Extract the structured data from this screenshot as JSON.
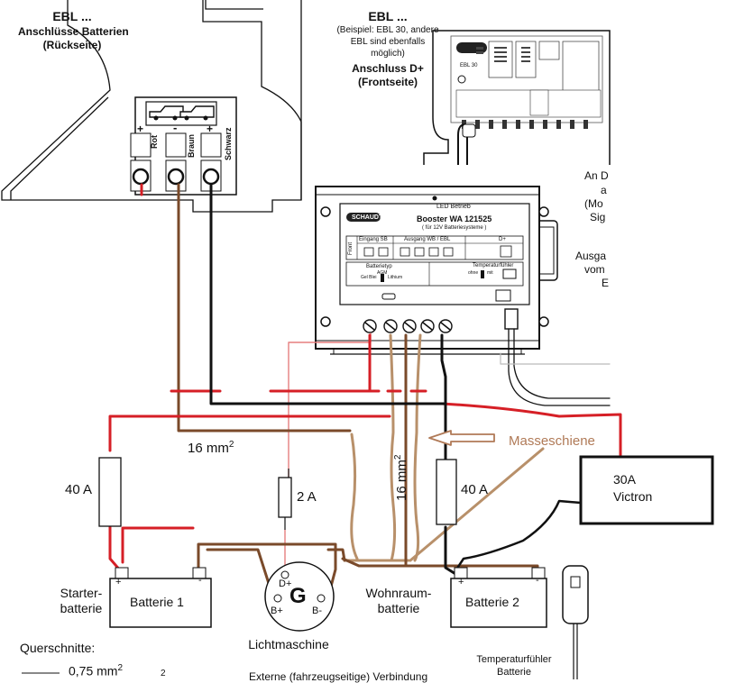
{
  "ebl_back": {
    "title": "EBL ...",
    "line1": "Anschlüsse Batterien",
    "line2": "(Rückseite)",
    "terminals": {
      "plus": "+",
      "minus": "-",
      "plus2": "+",
      "rot": "Rot",
      "braun": "Braun",
      "schwarz": "Schwarz"
    }
  },
  "ebl_front": {
    "title": "EBL ...",
    "note1": "(Beispiel: EBL 30, andere",
    "note2": "EBL sind ebenfalls",
    "note3": "möglich)",
    "line1": "Anschluss D+",
    "line2": "(Frontseite)",
    "panel_label": "EBL 30"
  },
  "side_text": {
    "t1": "An D",
    "t2": "a",
    "t3": "(Mo",
    "t4": "Sig",
    "t5": "Ausga",
    "t6": "vom",
    "t7": "E"
  },
  "booster": {
    "led_label": "LED Betrieb",
    "brand": "SCHAUDT",
    "model": "Booster  WA 121525",
    "subtitle": "( für 12V Batteriesysteme )",
    "eingang": "Eingang SB",
    "ausgang": "Ausgang WB / EBL",
    "dplus": "D+",
    "front": "Front",
    "batterietyp": "Batterietyp",
    "temperaturfuehler": "Temperaturfühler",
    "agm": "AGM",
    "gel_blei": "Gel  Blei",
    "lithium": "Lithium",
    "ohne": "ohne",
    "mit": "mit"
  },
  "wiring": {
    "cross_section_top": "16 mm",
    "cross_section_top_sup": "2",
    "cross_section_vert": "16 mm",
    "cross_section_vert_sup": "2",
    "fuse_left": "40 A",
    "fuse_mid": "2 A",
    "fuse_right": "40 A",
    "masseschiene": "Masseschiene"
  },
  "victron": {
    "line1": "30A",
    "line2": "Victron"
  },
  "batteries": {
    "starter_label1": "Starter-",
    "starter_label2": "batterie",
    "bat1": "Batterie 1",
    "wohnraum1": "Wohnraum-",
    "wohnraum2": "batterie",
    "bat2": "Batterie 2",
    "plus": "+",
    "minus": "-"
  },
  "alternator": {
    "letter": "G",
    "dplus": "D+",
    "bplus": "B+",
    "bminus": "B-",
    "label": "Lichtmaschine"
  },
  "legend": {
    "title": "Querschnitte:",
    "thin_value": "0,75 mm",
    "thin_sup": "2",
    "second_sup": "2",
    "external": "Externe (fahrzeugseitige) Verbindung"
  },
  "temp_sensor": {
    "line1": "Temperaturfühler",
    "line2": "Batterie"
  },
  "colors": {
    "red": "#d61f26",
    "brown": "#7a4a2a",
    "lightbrown": "#b8906a",
    "black": "#111111",
    "masse": "#b07a57"
  }
}
